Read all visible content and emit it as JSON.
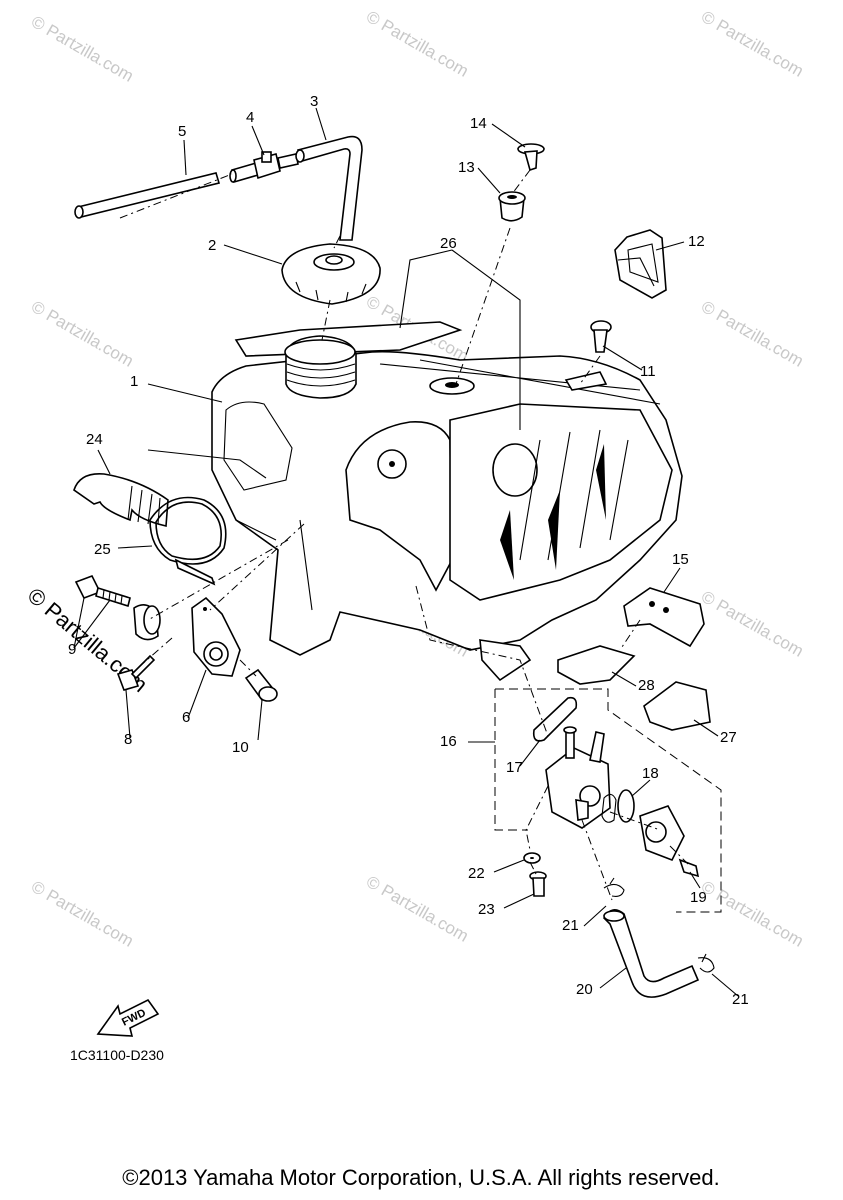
{
  "watermark": {
    "text": "© Partzilla.com",
    "side_text": "© Partzilla.com"
  },
  "callouts": [
    "1",
    "2",
    "3",
    "4",
    "5",
    "6",
    "8",
    "9",
    "10",
    "11",
    "12",
    "13",
    "14",
    "15",
    "16",
    "17",
    "18",
    "19",
    "20",
    "21",
    "21",
    "22",
    "23",
    "24",
    "25",
    "26",
    "27",
    "28"
  ],
  "diagram_code": "1C31100-D230",
  "fwd_label": "FWD",
  "copyright": "©2013 Yamaha Motor Corporation, U.S.A. All rights reserved."
}
